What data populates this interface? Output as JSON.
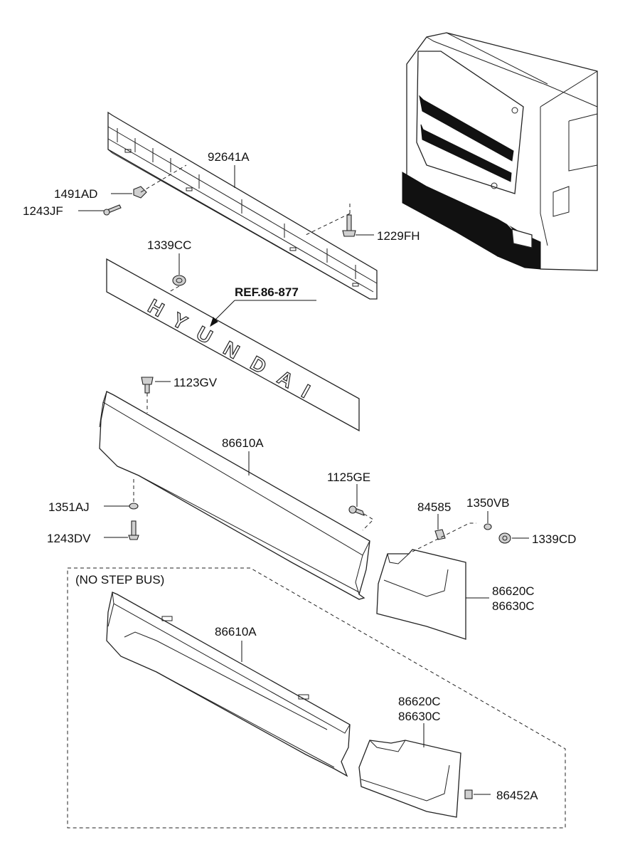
{
  "labels": {
    "p92641A": "92641A",
    "p1491AD": "1491AD",
    "p1243JF": "1243JF",
    "p1229FH": "1229FH",
    "p1339CC": "1339CC",
    "ref": "REF.86-877",
    "p1123GV": "1123GV",
    "p86610A": "86610A",
    "p1125GE": "1125GE",
    "p1351AJ": "1351AJ",
    "p1243DV": "1243DV",
    "p84585": "84585",
    "p1350VB": "1350VB",
    "p1339CD": "1339CD",
    "p86620C": "86620C",
    "p86630C": "86630C",
    "no_step": "(NO STEP BUS)",
    "p86610A_b": "86610A",
    "p86620C_b": "86620C",
    "p86630C_b": "86630C",
    "p86452A": "86452A"
  },
  "emblem_text": "HYUNDAI",
  "colors": {
    "line": "#222222",
    "panel_shade": "#e9e9e9",
    "dark_trim": "#111111"
  }
}
